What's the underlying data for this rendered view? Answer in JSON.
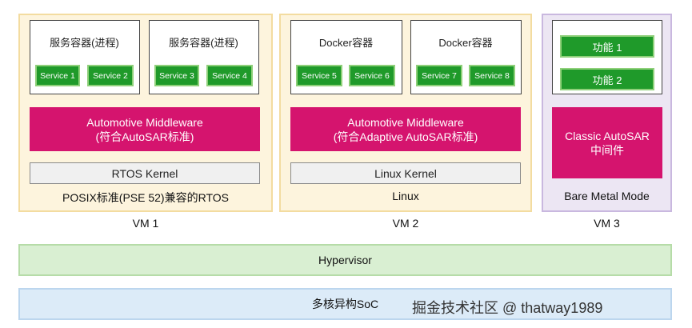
{
  "vm1": {
    "containers": [
      {
        "title": "服务容器(进程)",
        "services": [
          "Service 1",
          "Service 2"
        ]
      },
      {
        "title": "服务容器(进程)",
        "services": [
          "Service 3",
          "Service 4"
        ]
      }
    ],
    "middleware": [
      "Automotive Middleware",
      "(符合AutoSAR标准)"
    ],
    "kernel": "RTOS Kernel",
    "os": "POSIX标准(PSE 52)兼容的RTOS",
    "label": "VM 1"
  },
  "vm2": {
    "containers": [
      {
        "title": "Docker容器",
        "services": [
          "Service 5",
          "Service 6"
        ]
      },
      {
        "title": "Docker容器",
        "services": [
          "Service 7",
          "Service 8"
        ]
      }
    ],
    "middleware": [
      "Automotive Middleware",
      "(符合Adaptive AutoSAR标准)"
    ],
    "kernel": "Linux Kernel",
    "os": "Linux",
    "label": "VM 2"
  },
  "vm3": {
    "functions": [
      "功能 1",
      "功能 2"
    ],
    "middleware": [
      "Classic AutoSAR",
      "中间件"
    ],
    "os": "Bare Metal Mode",
    "label": "VM 3"
  },
  "hypervisor": "Hypervisor",
  "soc": "多核异构SoC",
  "watermark": "掘金技术社区 @ thatway1989"
}
